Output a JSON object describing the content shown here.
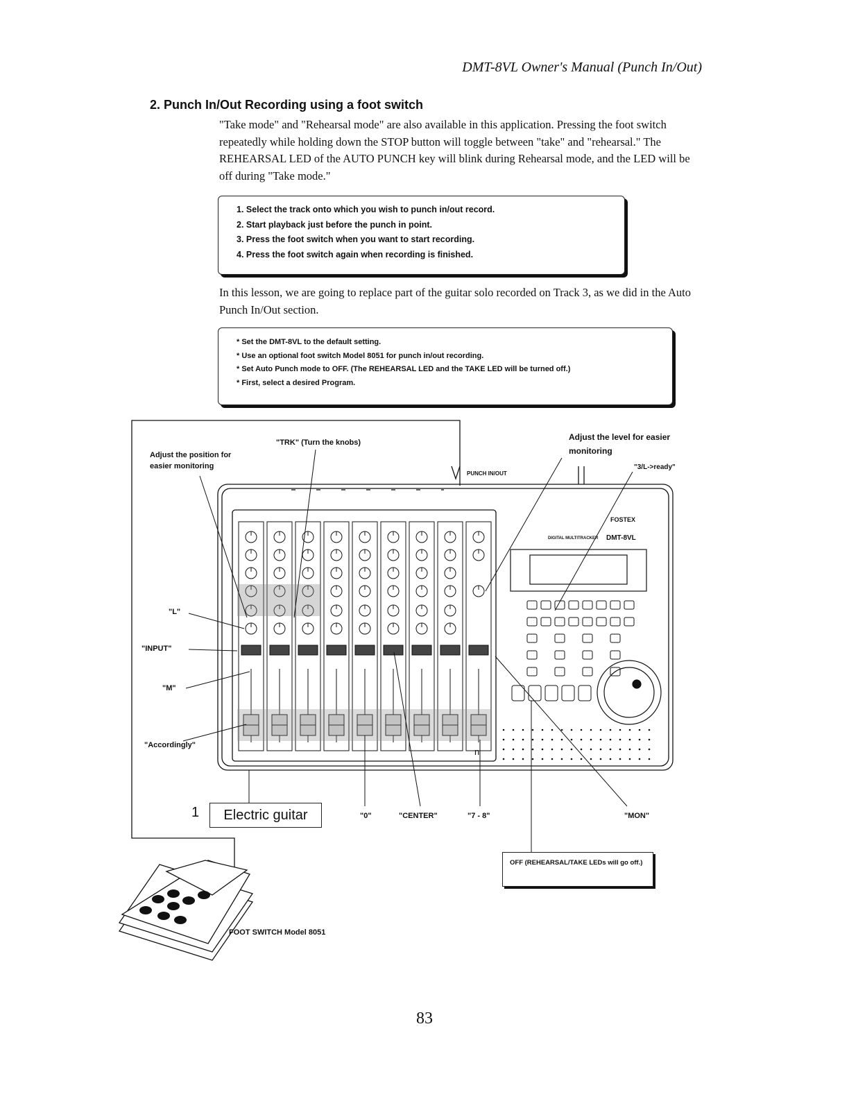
{
  "header": {
    "running_title": "DMT-8VL Owner's Manual (Punch In/Out)"
  },
  "section": {
    "title": "2. Punch In/Out Recording using a foot switch"
  },
  "intro_paragraph": "\"Take mode\" and \"Rehearsal mode\" are also available in this application. Pressing the foot switch repeatedly while holding down the STOP button will toggle between \"take\" and \"rehearsal.\" The REHEARSAL LED of the AUTO PUNCH key will blink during Rehearsal mode, and the LED will be off during \"Take mode.\"",
  "steps": [
    "1. Select the track onto which you wish to punch in/out record.",
    "2. Start playback just before the punch in point.",
    "3. Press the foot switch when you want to start recording.",
    "4. Press the foot switch again when recording is finished."
  ],
  "lesson_paragraph": "In this lesson, we are going to replace part of the guitar solo recorded on Track 3, as we did in the Auto Punch In/Out section.",
  "prep_notes": [
    "* Set the DMT-8VL to the default setting.",
    "* Use an optional foot switch Model 8051 for punch in/out recording.",
    "* Set Auto Punch mode to OFF. (The REHEARSAL LED and the TAKE LED will be turned off.)",
    "* First, select a desired Program."
  ],
  "diagram": {
    "adjust_position": "Adjust the position for easier monitoring",
    "trk_label": "\"TRK\" (Turn the knobs)",
    "punch_inout": "PUNCH IN/OUT",
    "adjust_level": "Adjust the level for easier monitoring",
    "ready_label": "\"3/L->ready\"",
    "brand": "FOSTEX",
    "model": "DMT-8VL",
    "model_sub": "DIGITAL MULTITRACKER",
    "l_label": "\"L\"",
    "input_label": "\"INPUT\"",
    "m_label": "\"M\"",
    "accordingly_label": "\"Accordingly\"",
    "zero_label": "\"0\"",
    "center_label": "\"CENTER\"",
    "seven_eight_label": "\"7 - 8\"",
    "mon_label": "\"MON\"",
    "n_label": "n",
    "channel_number": "1",
    "electric_guitar": "Electric guitar",
    "off_note": "OFF (REHEARSAL/TAKE LEDs will go off.)",
    "foot_switch": "FOOT SWITCH Model 8051"
  },
  "page_number": "83"
}
